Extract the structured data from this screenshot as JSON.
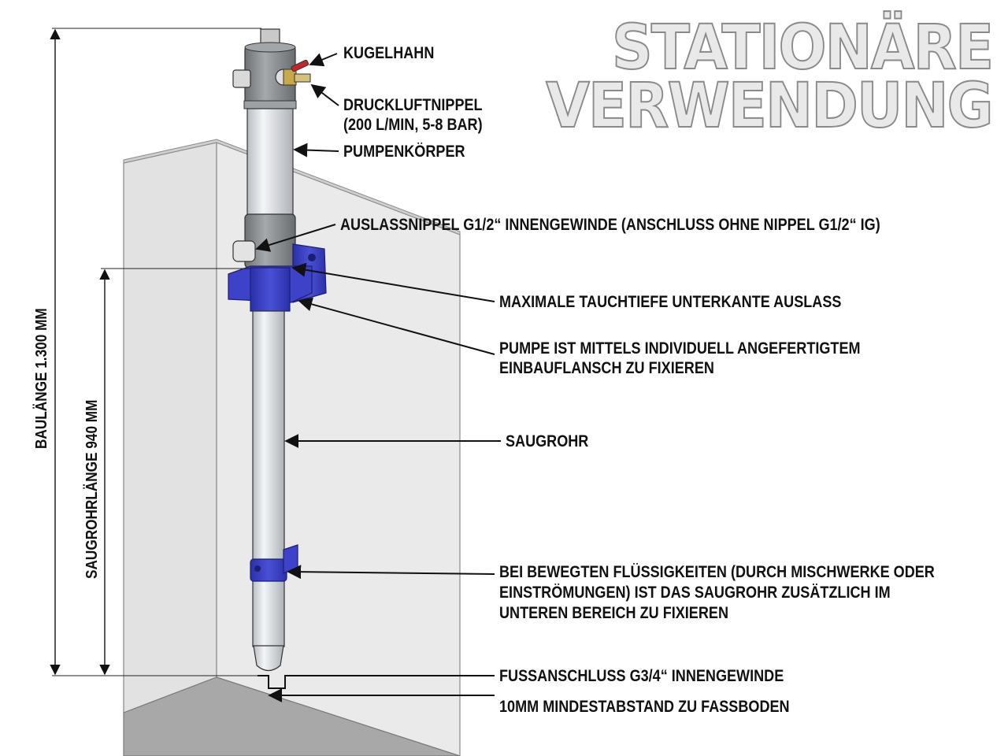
{
  "title": {
    "line1": "STATIONÄRE",
    "line2": "VERWENDUNG"
  },
  "labels": {
    "kugelhahn": "KUGELHAHN",
    "druckluft_line1": "DRUCKLUFTNIPPEL",
    "druckluft_line2": "(200 L/MIN, 5-8 BAR)",
    "pumpenkoerper": "PUMPENKÖRPER",
    "auslassnippel": "AUSLASSNIPPEL G1/2“ INNENGEWINDE (ANSCHLUSS OHNE NIPPEL G1/2“ IG)",
    "tauchtiefe": "MAXIMALE TAUCHTIEFE UNTERKANTE AUSLASS",
    "flansch_line1": "PUMPE IST MITTELS INDIVIDUELL ANGEFERTIGTEM",
    "flansch_line2": "EINBAUFLANSCH ZU FIXIEREN",
    "saugrohr": "SAUGROHR",
    "bewegt_line1": "BEI BEWEGTEN FLÜSSIGKEITEN (DURCH MISCHWERKE ODER",
    "bewegt_line2": "EINSTRÖMUNGEN) IST DAS SAUGROHR ZUSÄTZLICH IM",
    "bewegt_line3": "UNTEREN BEREICH ZU FIXIEREN",
    "fussanschluss": "FUSSANSCHLUSS G3/4“ INNENGEWINDE",
    "mindestabstand": "10MM MINDESTABSTAND ZU FASSBODEN"
  },
  "dimensions": {
    "baulaenge": "BAULÄNGE 1.300 MM",
    "saugrohrlaenge": "SAUGROHRLÄNGE 940 MM"
  },
  "colors": {
    "flange": "#3a3fc4",
    "tank_wall": "#e6e6e6",
    "tank_floor": "#a9a9a9",
    "pump_body": "#d7dbe0",
    "pump_head": "#8f9295",
    "title_fill": "#e9e9e9",
    "title_stroke": "#8a8a8a"
  }
}
